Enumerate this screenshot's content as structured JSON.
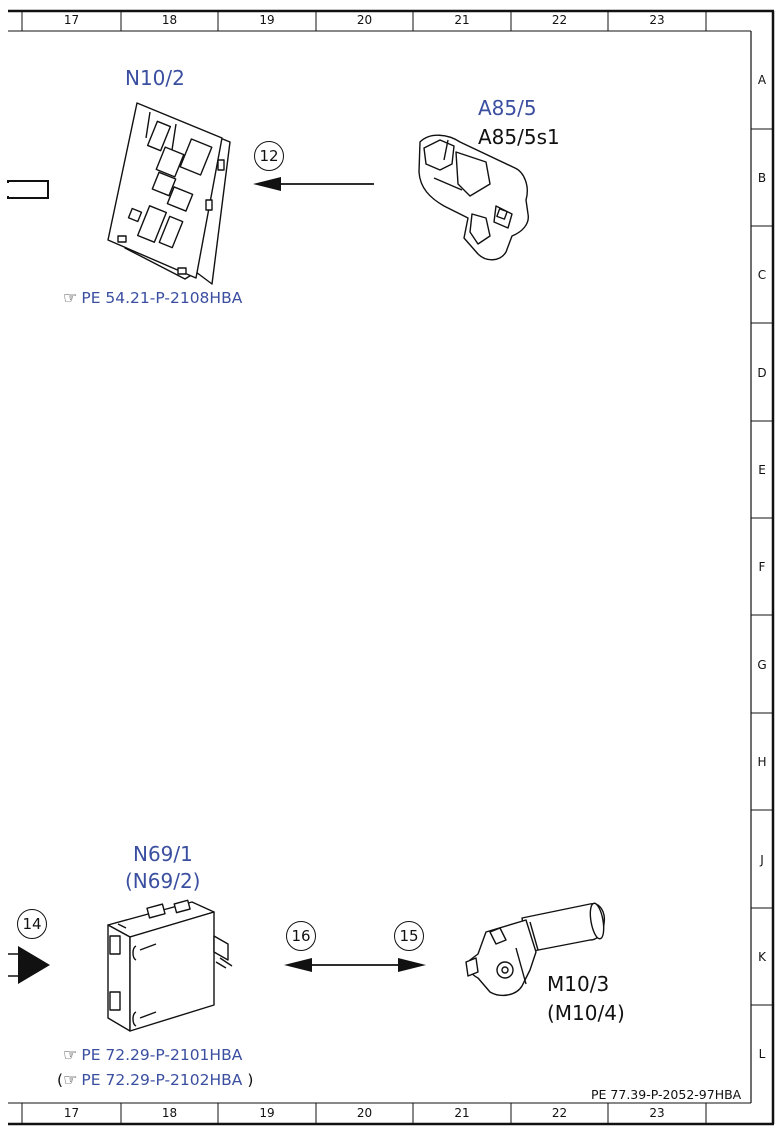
{
  "frame": {
    "columns_top": [
      "17",
      "18",
      "19",
      "20",
      "21",
      "22",
      "23"
    ],
    "columns_bottom": [
      "17",
      "18",
      "19",
      "20",
      "21",
      "22",
      "23"
    ],
    "rows": [
      "A",
      "B",
      "C",
      "D",
      "E",
      "F",
      "G",
      "H",
      "J",
      "K",
      "L"
    ],
    "doc_id": "PE 77.39-P-2052-97HBA"
  },
  "components": {
    "n10_2": {
      "label": "N10/2",
      "ref": "PE 54.21-P-2108HBA"
    },
    "a85_5": {
      "label": "A85/5",
      "sublabel": "A85/5s1"
    },
    "n69_1": {
      "label": "N69/1",
      "label_alt": "(N69/2)",
      "ref1": "PE 72.29-P-2101HBA",
      "ref2_prefix": "(",
      "ref2": "PE 72.29-P-2102HBA",
      "ref2_suffix": ")"
    },
    "m10_3": {
      "label": "M10/3",
      "label_alt": "(M10/4)"
    }
  },
  "callouts": {
    "c12": "12",
    "c14": "14",
    "c15": "15",
    "c16": "16"
  },
  "icons": {
    "reference": "pointing-hand-icon"
  },
  "colors": {
    "label_blue": "#3b4fa0",
    "line": "#111111"
  }
}
